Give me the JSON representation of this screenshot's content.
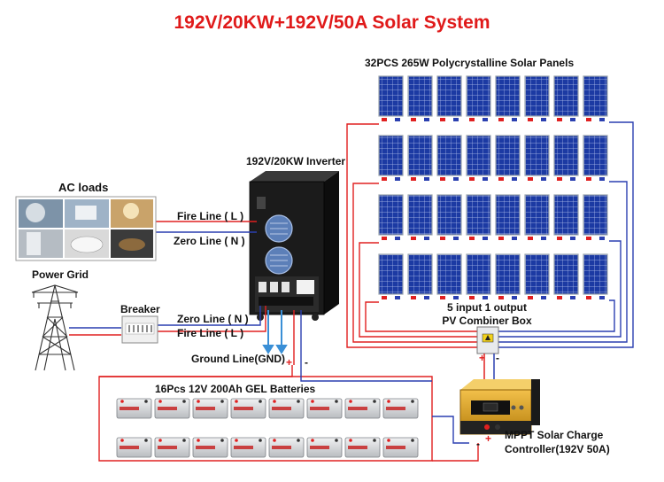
{
  "title": "192V/20KW+192V/50A Solar System",
  "labels": {
    "solar_panels": "32PCS  265W Polycrystalline Solar Panels",
    "inverter": "192V/20KW Inverter",
    "ac_loads": "AC loads",
    "fire_line_top": "Fire Line ( L )",
    "zero_line_top": "Zero Line ( N )",
    "power_grid": "Power Grid",
    "breaker": "Breaker",
    "zero_line_bottom": "Zero Line ( N )",
    "fire_line_bottom": "Fire Line ( L )",
    "ground_line": "Ground Line(GND)",
    "combiner_line1": "5 input 1 output",
    "combiner_line2": "PV Combiner Box",
    "batteries": "16Pcs 12V 200Ah GEL Batteries",
    "controller_line1": "MPPT Solar Charge",
    "controller_line2": "Controller(192V 50A)",
    "plus": "+",
    "minus": "-"
  },
  "colors": {
    "title": "#e01a1a",
    "wire_red": "#e02020",
    "wire_blue": "#2a3fb0",
    "ground_blue": "#3a8fd6",
    "panel_blue": "#1c3aa3",
    "inverter_body": "#1b1b1b",
    "controller_gold": "#d9a21b"
  },
  "icons": [
    "transmission-tower-icon",
    "breaker-panel-icon",
    "ac-loads-collage-icon",
    "inverter-icon",
    "combiner-box-icon",
    "battery-icon",
    "mppt-controller-icon",
    "solar-panel-icon"
  ]
}
